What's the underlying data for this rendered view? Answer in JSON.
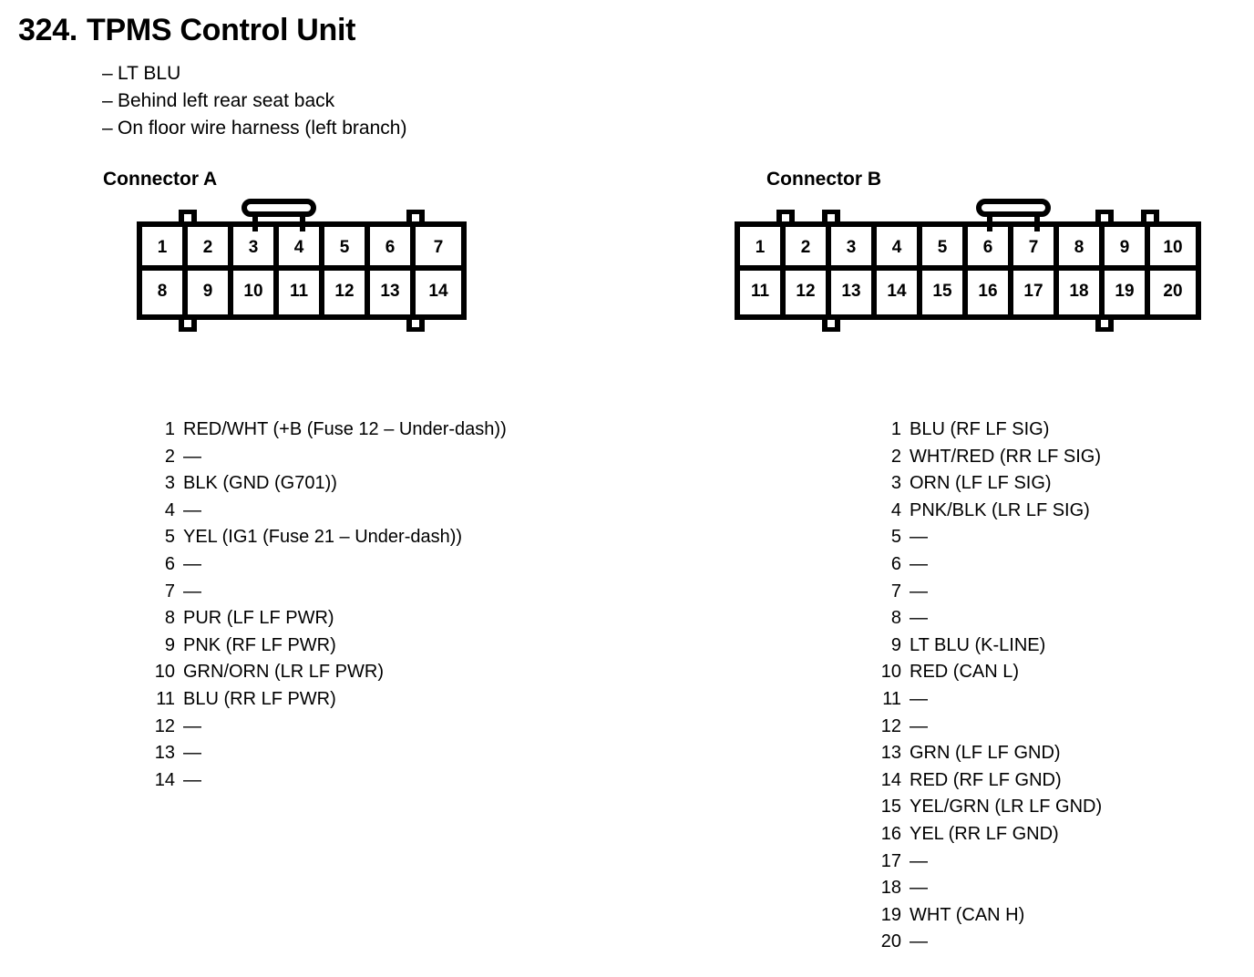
{
  "header": {
    "number": "324.",
    "title": "TPMS Control Unit",
    "notes": [
      "LT BLU",
      "Behind left rear seat back",
      "On floor wire harness (left branch)"
    ],
    "note_dash": "–"
  },
  "connector_a": {
    "heading": "Connector A",
    "layout": {
      "columns": 7,
      "rows": 2,
      "top_row_pins": [
        "1",
        "2",
        "3",
        "4",
        "5",
        "6",
        "7"
      ],
      "bottom_row_pins": [
        "8",
        "9",
        "10",
        "11",
        "12",
        "13",
        "14"
      ],
      "top_tab_columns": [
        1,
        6
      ],
      "bottom_tab_columns": [
        1,
        6
      ],
      "latch_after_column": 3
    },
    "pins": [
      {
        "no": "1",
        "desc": "RED/WHT (+B (Fuse 12 – Under-dash))"
      },
      {
        "no": "2",
        "desc": "—"
      },
      {
        "no": "3",
        "desc": "BLK (GND (G701))"
      },
      {
        "no": "4",
        "desc": "—"
      },
      {
        "no": "5",
        "desc": "YEL (IG1 (Fuse 21 – Under-dash))"
      },
      {
        "no": "6",
        "desc": "—"
      },
      {
        "no": "7",
        "desc": "—"
      },
      {
        "no": "8",
        "desc": "PUR (LF LF PWR)"
      },
      {
        "no": "9",
        "desc": "PNK (RF LF PWR)"
      },
      {
        "no": "10",
        "desc": "GRN/ORN (LR LF PWR)"
      },
      {
        "no": "11",
        "desc": "BLU (RR LF PWR)"
      },
      {
        "no": "12",
        "desc": "—"
      },
      {
        "no": "13",
        "desc": "—"
      },
      {
        "no": "14",
        "desc": "—"
      }
    ]
  },
  "connector_b": {
    "heading": "Connector B",
    "layout": {
      "columns": 10,
      "rows": 2,
      "top_row_pins": [
        "1",
        "2",
        "3",
        "4",
        "5",
        "6",
        "7",
        "8",
        "9",
        "10"
      ],
      "bottom_row_pins": [
        "11",
        "12",
        "13",
        "14",
        "15",
        "16",
        "17",
        "18",
        "19",
        "20"
      ],
      "top_tab_columns": [
        1,
        2,
        8,
        9
      ],
      "bottom_tab_columns": [
        2,
        8
      ],
      "latch_after_column": 6
    },
    "pins": [
      {
        "no": "1",
        "desc": "BLU (RF LF SIG)"
      },
      {
        "no": "2",
        "desc": "WHT/RED (RR LF SIG)"
      },
      {
        "no": "3",
        "desc": "ORN (LF LF SIG)"
      },
      {
        "no": "4",
        "desc": "PNK/BLK (LR LF SIG)"
      },
      {
        "no": "5",
        "desc": "—"
      },
      {
        "no": "6",
        "desc": "—"
      },
      {
        "no": "7",
        "desc": "—"
      },
      {
        "no": "8",
        "desc": "—"
      },
      {
        "no": "9",
        "desc": "LT BLU (K-LINE)"
      },
      {
        "no": "10",
        "desc": "RED (CAN L)"
      },
      {
        "no": "11",
        "desc": "—"
      },
      {
        "no": "12",
        "desc": "—"
      },
      {
        "no": "13",
        "desc": "GRN (LF LF GND)"
      },
      {
        "no": "14",
        "desc": "RED (RF LF GND)"
      },
      {
        "no": "15",
        "desc": "YEL/GRN (LR LF GND)"
      },
      {
        "no": "16",
        "desc": "YEL (RR LF GND)"
      },
      {
        "no": "17",
        "desc": "—"
      },
      {
        "no": "18",
        "desc": "—"
      },
      {
        "no": "19",
        "desc": "WHT (CAN H)"
      },
      {
        "no": "20",
        "desc": "—"
      }
    ]
  },
  "colors": {
    "ink": "#000000",
    "paper": "#ffffff"
  }
}
